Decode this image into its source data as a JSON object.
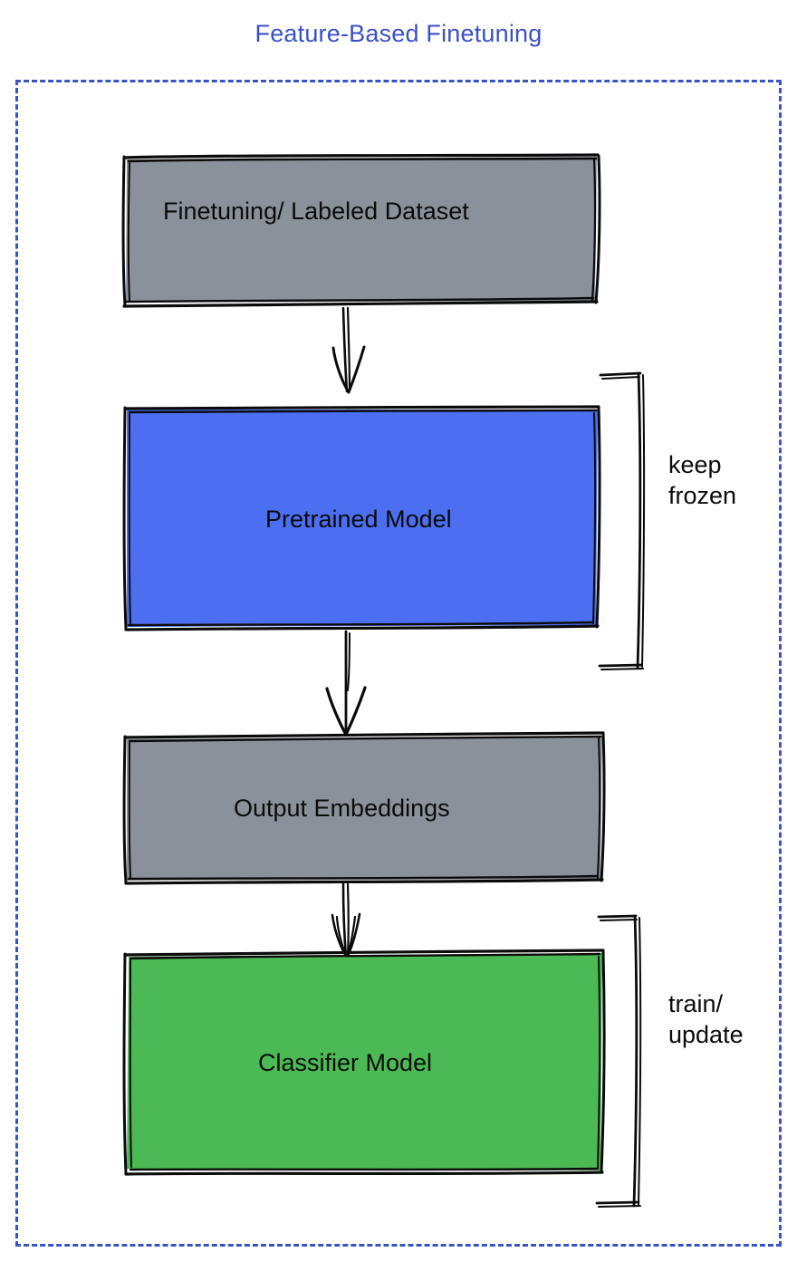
{
  "diagram": {
    "title": "Feature-Based Finetuning",
    "title_color": "#3b50c8",
    "frame": {
      "style": "dashed",
      "color": "#3b54c4"
    },
    "background": "#ffffff",
    "nodes": [
      {
        "id": "finetuning-dataset",
        "label": "Finetuning/ Labeled Dataset",
        "fill": "#8a919a",
        "stroke": "#0b0b0b",
        "text_color": "#0b0b0b"
      },
      {
        "id": "pretrained-model",
        "label": "Pretrained Model",
        "fill": "#4c6ef0",
        "stroke": "#0b0b0b",
        "text_color": "#0b0b0b"
      },
      {
        "id": "output-embeddings",
        "label": "Output Embeddings",
        "fill": "#8a919a",
        "stroke": "#0b0b0b",
        "text_color": "#0b0b0b"
      },
      {
        "id": "classifier-model",
        "label": "Classifier Model",
        "fill": "#4cba54",
        "stroke": "#0b0b0b",
        "text_color": "#0b0b0b"
      }
    ],
    "edges": [
      {
        "from": "finetuning-dataset",
        "to": "pretrained-model",
        "arrow": "down"
      },
      {
        "from": "pretrained-model",
        "to": "output-embeddings",
        "arrow": "down"
      },
      {
        "from": "output-embeddings",
        "to": "classifier-model",
        "arrow": "down"
      }
    ],
    "annotations": [
      {
        "id": "keep-frozen",
        "target": "pretrained-model",
        "line1": "keep",
        "line2": "frozen"
      },
      {
        "id": "train-update",
        "target": "classifier-model",
        "line1": "train/",
        "line2": "update"
      }
    ]
  }
}
